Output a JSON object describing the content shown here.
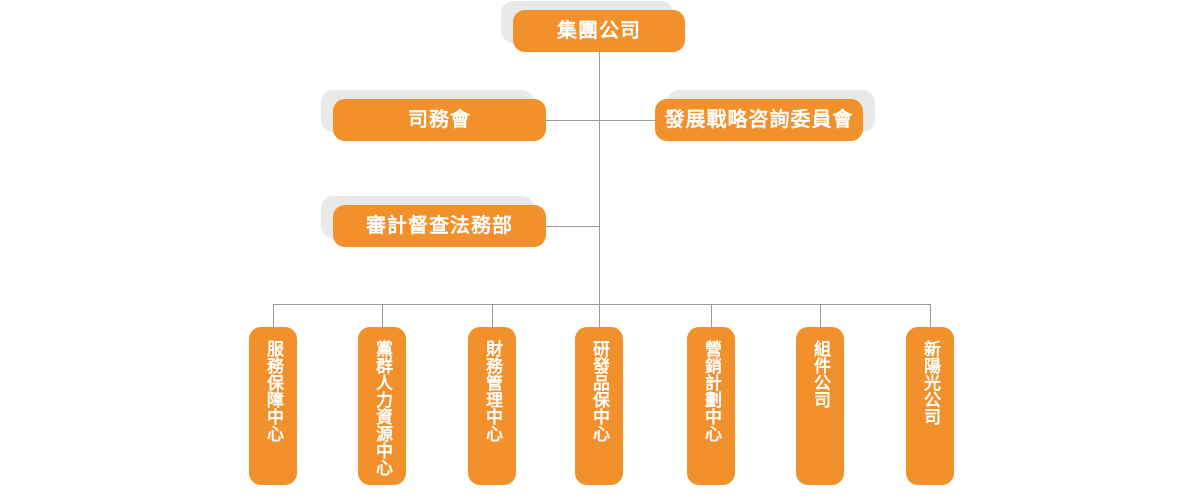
{
  "org": {
    "root": {
      "label": "集團公司"
    },
    "level2": [
      {
        "label": "司務會"
      },
      {
        "label": "發展戰略咨詢委員會"
      }
    ],
    "level3": [
      {
        "label": "審計督查法務部"
      }
    ],
    "departments": [
      {
        "label": "服務保障中心"
      },
      {
        "label": "黨群人力資源中心"
      },
      {
        "label": "財務管理中心"
      },
      {
        "label": "研發品保中心"
      },
      {
        "label": "營銷計劃中心"
      },
      {
        "label": "組件公司"
      },
      {
        "label": "新陽光公司"
      }
    ]
  },
  "colors": {
    "node_fill": "#F2912B",
    "node_text": "#FFFFFF",
    "node_shadow": "#E9E9E9",
    "connector": "#999999",
    "background": "#FFFFFF"
  }
}
